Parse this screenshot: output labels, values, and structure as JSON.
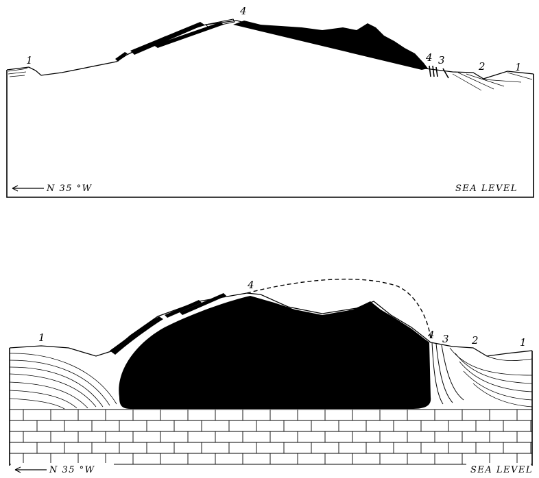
{
  "colors": {
    "ink": "#000000",
    "paper": "#ffffff"
  },
  "top_section": {
    "direction": "N 35 °W",
    "datum": "SEA LEVEL",
    "labels": [
      "1",
      "4",
      "4",
      "3",
      "2",
      "1"
    ]
  },
  "bottom_section": {
    "direction": "N 35 °W",
    "datum": "SEA LEVEL",
    "labels": [
      "1",
      "4",
      "4",
      "3",
      "2",
      "1"
    ]
  }
}
